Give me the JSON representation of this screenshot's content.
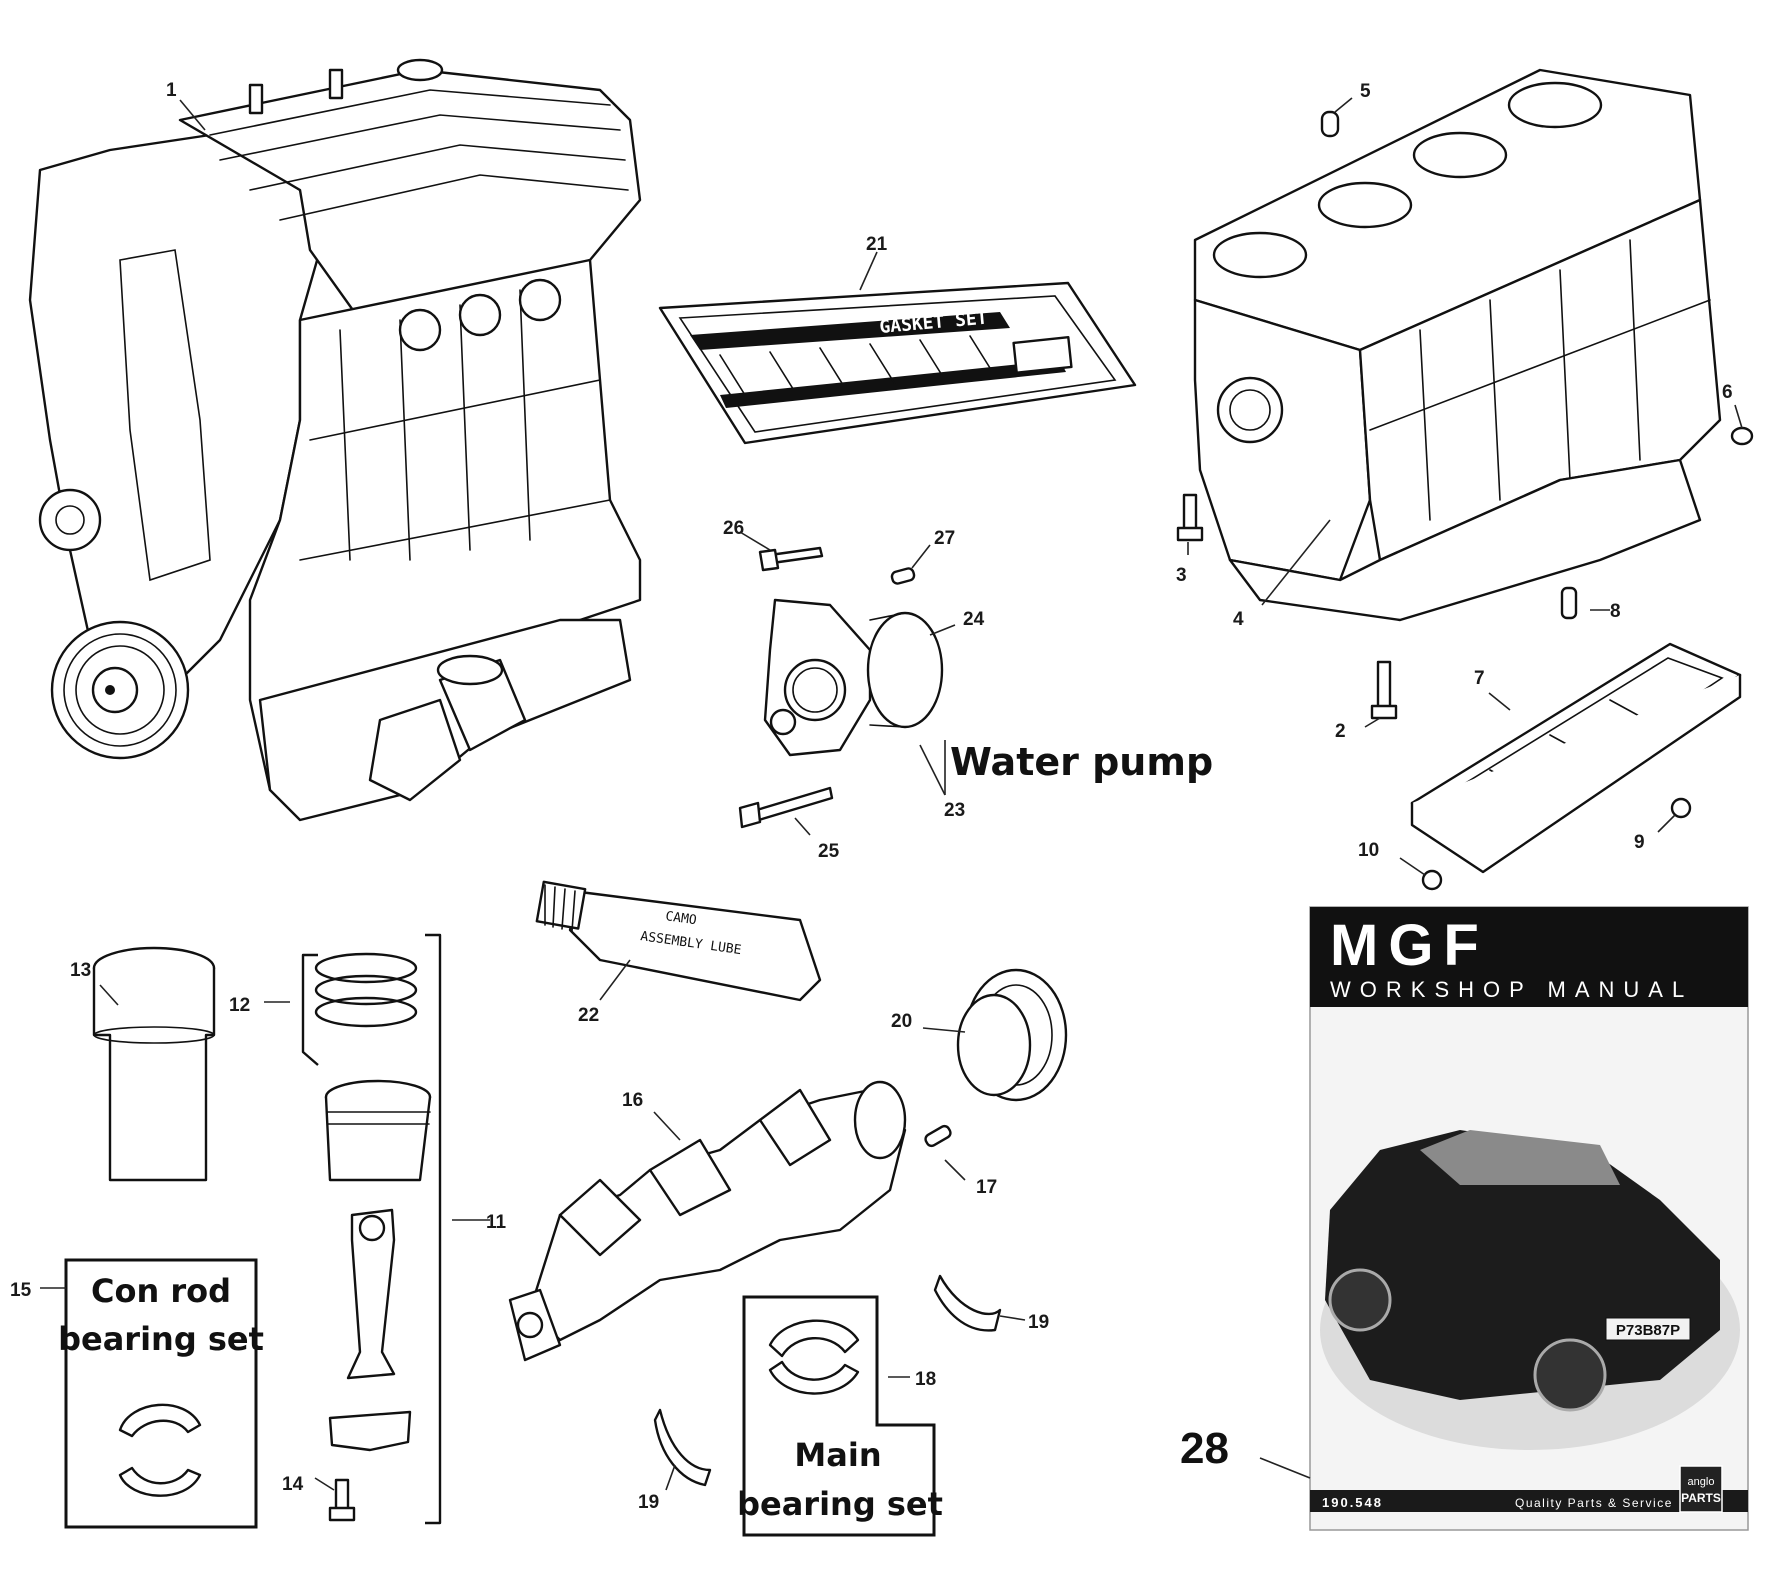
{
  "callouts": {
    "c1": "1",
    "c2": "2",
    "c3": "3",
    "c4": "4",
    "c5": "5",
    "c6": "6",
    "c7": "7",
    "c8": "8",
    "c9": "9",
    "c10": "10",
    "c11": "11",
    "c12": "12",
    "c13": "13",
    "c14": "14",
    "c15": "15",
    "c16": "16",
    "c17": "17",
    "c18": "18",
    "c19a": "19",
    "c19b": "19",
    "c20": "20",
    "c21": "21",
    "c22": "22",
    "c23": "23",
    "c24": "24",
    "c25": "25",
    "c26": "26",
    "c27": "27",
    "c28": "28"
  },
  "labels": {
    "water_pump": "Water pump",
    "con_rod_line1": "Con rod",
    "con_rod_line2": "bearing set",
    "main_bearing_line1": "Main",
    "main_bearing_line2": "bearing set"
  },
  "part_markings": {
    "gasket_set": "GASKET SET",
    "lube_tube_line1": "CAMO",
    "lube_tube_line2": "ASSEMBLY LUBE"
  },
  "manual": {
    "brand": "MGF",
    "subtitle": "WORKSHOP MANUAL",
    "plate": "P73B87P",
    "part_number": "190.548",
    "tagline": "Quality Parts & Service",
    "logo_line1": "anglo",
    "logo_line2": "PARTS"
  },
  "colors": {
    "manual_header": "#111111",
    "manual_body": "#f4f4f4",
    "manual_footer": "#1a1a1a",
    "ink": "#111111"
  }
}
